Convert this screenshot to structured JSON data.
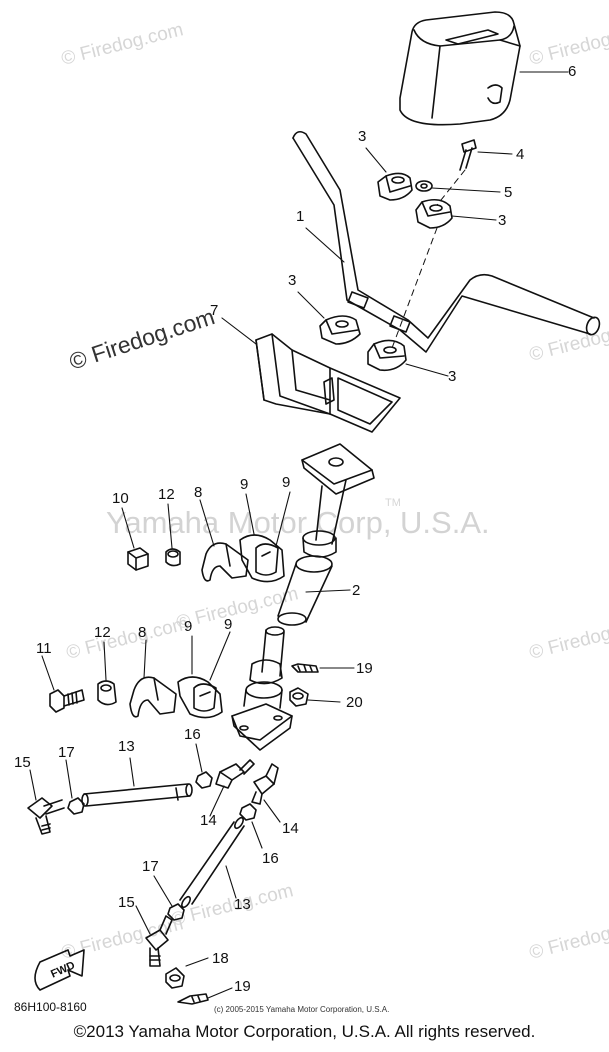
{
  "watermark_text": "© Firedog.com",
  "watermark_site": "© Firedog.com",
  "watermark_brand": "Yamaha Motor Corp, U.S.A.",
  "trademark_mark": "TM",
  "part_code": "86H100-8160",
  "small_copyright": "(c) 2005-2015 Yamaha Motor Corporation, U.S.A.",
  "footer": "©2013 Yamaha Motor Corporation, U.S.A. All rights reserved.",
  "arrow_label": "FWD",
  "callouts": [
    "1",
    "2",
    "3",
    "3",
    "3",
    "3",
    "4",
    "5",
    "6",
    "7",
    "8",
    "8",
    "9",
    "9",
    "9",
    "9",
    "10",
    "11",
    "12",
    "12",
    "13",
    "13",
    "14",
    "14",
    "15",
    "15",
    "16",
    "16",
    "17",
    "17",
    "18",
    "19",
    "19",
    "20"
  ]
}
